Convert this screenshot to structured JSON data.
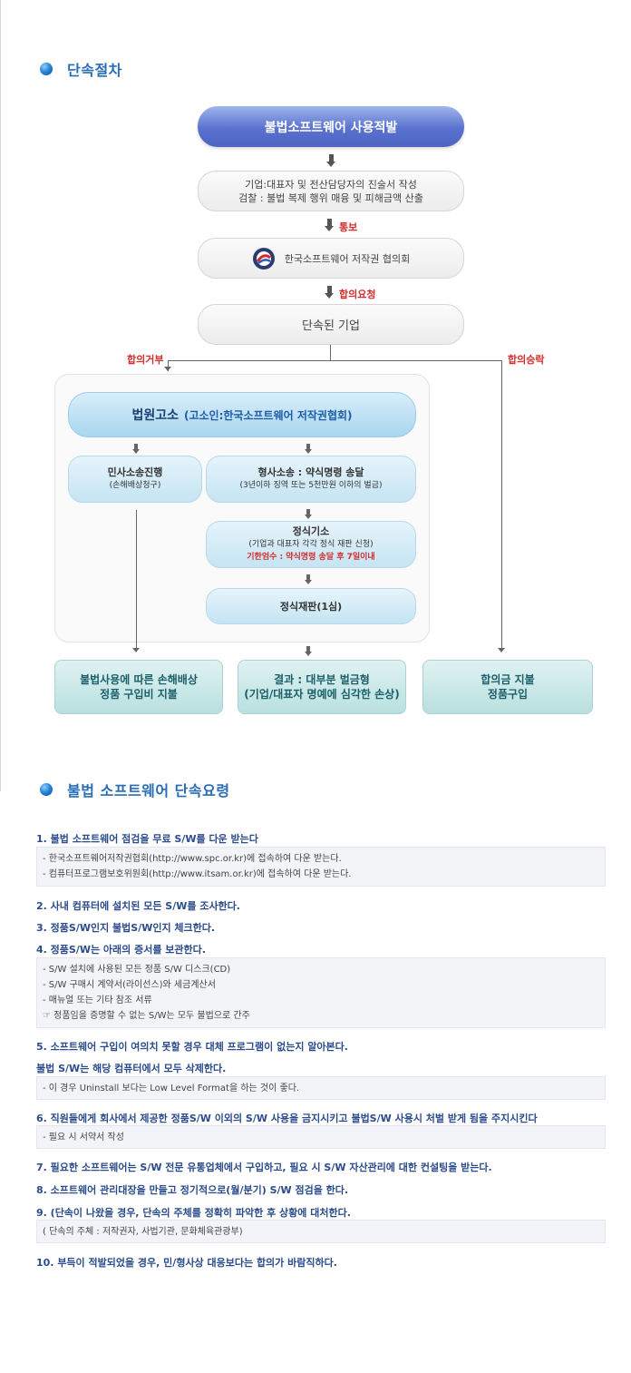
{
  "section1": {
    "title": "단속절차"
  },
  "flow": {
    "top": "불법소프트웨어 사용적발",
    "statement_line1": "기업:대표자 및 전산담당자의 진술서 작성",
    "statement_line2": "검찰 : 불법 복제 행위 매융 및 피해금액 산출",
    "notify_label": "통보",
    "association": "한국소프트웨어 저작권 협의회",
    "request_label": "합의요청",
    "company": "단속된 기업",
    "refuse_label": "합의거부",
    "accept_label": "합의승락",
    "court_main": "법원고소",
    "court_paren": "(고소인:한국소프트웨어 저작권협회)",
    "civil_line1": "민사소송진행",
    "civil_line2": "(손해배상청구)",
    "criminal_line1": "형사소송 : 약식명령 송달",
    "criminal_line2": "(3년이하 징역 또는 5천만원 이하의 벌금)",
    "formal_line1": "정식기소",
    "formal_line2": "(기업과 대표자 각각 정식 재판 신청)",
    "formal_line3": "기한엄수 : 약식명령 송달 후 7일이내",
    "trial": "정식재판(1심)",
    "result1_line1": "불법사용에 따른 손해배상",
    "result1_line2": "정품 구입비 지불",
    "result2_line1": "결과 : 대부분 벌금형",
    "result2_line2": "(기업/대표자 명예에 심각한 손상)",
    "result3_line1": "합의금 지불",
    "result3_line2": "정품구입"
  },
  "section2": {
    "title": "불법 소프트웨어 단속요령"
  },
  "items": {
    "i1": "1. 불법 소프트웨어 점검을 무료 S/W를 다운 받는다",
    "i1_sub1": "- 한국소프트웨어저작권협회(http://www.spc.or.kr)에 접속하여 다운 받는다.",
    "i1_sub2": "- 컴퓨터프로그램보호위원회(http://www.itsam.or.kr)에 접속하여 다운 받는다.",
    "i2": "2. 사내 컴퓨터에 설치된 모든 S/W를 조사한다.",
    "i3": "3. 정품S/W인지 불법S/W인지 체크한다.",
    "i4": "4. 정품S/W는 아래의 증서를 보관한다.",
    "i4_sub1": "- S/W 설치에 사용된 모든 정품 S/W 디스크(CD)",
    "i4_sub2": "- S/W 구매시 계약서(라이선스)와 세금계산서",
    "i4_sub3": "- 매뉴얼 또는 기타 참조 서류",
    "i4_sub4": "☞ 정품임을 증명할 수 없는 S/W는 모두 불법으로 간주",
    "i5": "5. 소프트웨어 구입이 여의치 못할 경우 대체 프로그램이 없는지 알아본다.",
    "i5b": "불법 S/W는 해당 컴퓨터에서 모두 삭제한다.",
    "i5b_sub": "- 이 경우 Uninstall 보다는 Low Level Format을 하는 것이 좋다.",
    "i6": "6. 직원들에게 회사에서 제공한 정품S/W 이외의 S/W 사용을 금지시키고 불법S/W 사용시 처벌 받게 됨을 주지시킨다",
    "i6_sub": "- 필요 시 서약서 작성",
    "i7": "7. 필요한 소프트웨어는 S/W 전문 유통업체에서 구입하고, 필요 시 S/W 자산관리에 대한 컨설팅을 받는다.",
    "i8": "8. 소프트웨어 관리대장을 만들고 정기적으로(월/분기) S/W 점검을 한다.",
    "i9": "9. (단속이 나왔을 경우, 단속의 주체를 정확히 파악한 후 상황에 대처한다.",
    "i9_sub": "( 단속의 주체 : 저작권자, 사법기관, 문화체육관광부)",
    "i10": "10. 부득이 적발되었을 경우, 민/형사상 대응보다는 합의가 바람직하다."
  },
  "colors": {
    "accent": "#2a6db5",
    "item_text": "#2b4c8c",
    "warning": "#d62b2b"
  }
}
